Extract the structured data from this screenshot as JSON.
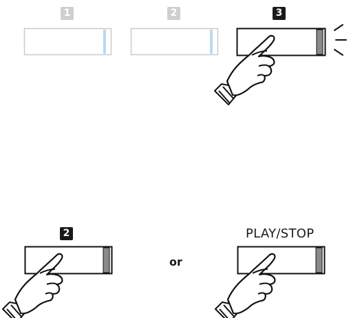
{
  "top_row": {
    "steps": [
      {
        "number": "1",
        "state": "inactive"
      },
      {
        "number": "2",
        "state": "inactive"
      },
      {
        "number": "3",
        "state": "active"
      }
    ]
  },
  "bottom_row": {
    "step_number": "2",
    "connector": "or",
    "play_stop_label": "PLAY/STOP"
  },
  "icons": [
    "button-icon",
    "pointing-hand-icon",
    "press-indicator-icon"
  ],
  "colors": {
    "inactive_outline": "#c9c9c9",
    "inactive_led": "#bcd8ec",
    "active_outline": "#111111",
    "active_led": "#8a8a8a",
    "step_inactive_bg": "#cfcfcf",
    "step_active_bg": "#1a1a1a"
  }
}
